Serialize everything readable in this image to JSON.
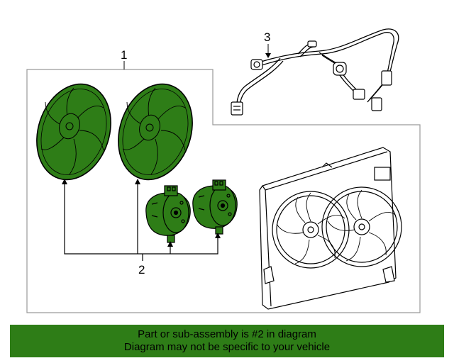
{
  "diagram": {
    "callouts": {
      "one": "1",
      "two": "2",
      "three": "3"
    },
    "colors": {
      "highlight": "#2e7d17",
      "line": "#000000",
      "panel_border": "#9a9a9a"
    }
  },
  "banner": {
    "line1": "Part or sub-assembly is #2 in diagram",
    "line2": "Diagram may not be specific to your vehicle"
  }
}
